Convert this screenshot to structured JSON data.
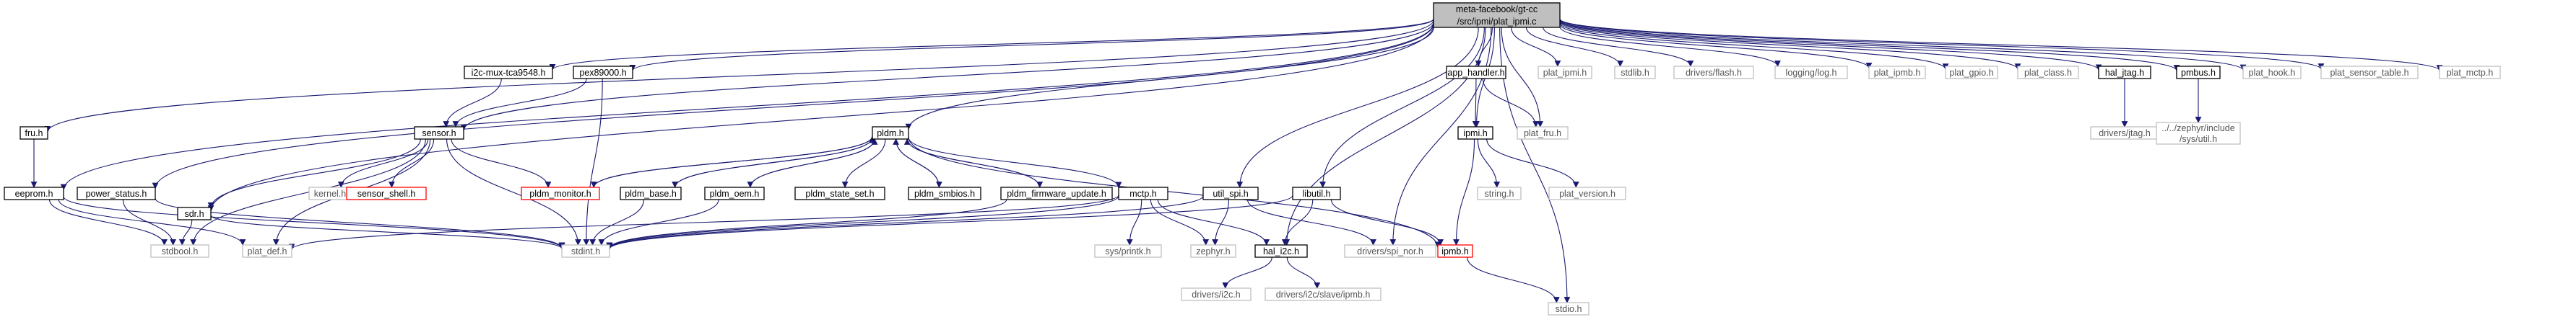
{
  "title": "Include dependency graph for plat_ipmi.c",
  "nodes": [
    {
      "id": "root",
      "lines": [
        "meta-facebook/gt-cc",
        "/src/ipmi/plat_ipmi.c"
      ],
      "style": "root"
    },
    {
      "id": "fru",
      "lines": [
        "fru.h"
      ],
      "style": "doc"
    },
    {
      "id": "i2cmux",
      "lines": [
        "i2c-mux-tca9548.h"
      ],
      "style": "doc"
    },
    {
      "id": "pex",
      "lines": [
        "pex89000.h"
      ],
      "style": "doc"
    },
    {
      "id": "apphandler",
      "lines": [
        "app_handler.h"
      ],
      "style": "doc"
    },
    {
      "id": "platipmi",
      "lines": [
        "plat_ipmi.h"
      ],
      "style": "gray"
    },
    {
      "id": "stdlib",
      "lines": [
        "stdlib.h"
      ],
      "style": "gray"
    },
    {
      "id": "flash",
      "lines": [
        "drivers/flash.h"
      ],
      "style": "gray"
    },
    {
      "id": "logging",
      "lines": [
        "logging/log.h"
      ],
      "style": "gray"
    },
    {
      "id": "platipmb",
      "lines": [
        "plat_ipmb.h"
      ],
      "style": "gray"
    },
    {
      "id": "platgpio",
      "lines": [
        "plat_gpio.h"
      ],
      "style": "gray"
    },
    {
      "id": "platclass",
      "lines": [
        "plat_class.h"
      ],
      "style": "gray"
    },
    {
      "id": "haljtag",
      "lines": [
        "hal_jtag.h"
      ],
      "style": "doc"
    },
    {
      "id": "pmbus",
      "lines": [
        "pmbus.h"
      ],
      "style": "doc"
    },
    {
      "id": "plathook",
      "lines": [
        "plat_hook.h"
      ],
      "style": "gray"
    },
    {
      "id": "platsensortable",
      "lines": [
        "plat_sensor_table.h"
      ],
      "style": "gray"
    },
    {
      "id": "platmctp",
      "lines": [
        "plat_mctp.h"
      ],
      "style": "gray"
    },
    {
      "id": "pldm",
      "lines": [
        "pldm.h"
      ],
      "style": "doc"
    },
    {
      "id": "sensor",
      "lines": [
        "sensor.h"
      ],
      "style": "doc"
    },
    {
      "id": "ipmi",
      "lines": [
        "ipmi.h"
      ],
      "style": "doc"
    },
    {
      "id": "platfru",
      "lines": [
        "plat_fru.h"
      ],
      "style": "gray"
    },
    {
      "id": "drvjtag",
      "lines": [
        "drivers/jtag.h"
      ],
      "style": "gray"
    },
    {
      "id": "zephyrutil",
      "lines": [
        "../../zephyr/include",
        "/sys/util.h"
      ],
      "style": "gray"
    },
    {
      "id": "eeprom",
      "lines": [
        "eeprom.h"
      ],
      "style": "doc"
    },
    {
      "id": "powerstatus",
      "lines": [
        "power_status.h"
      ],
      "style": "doc"
    },
    {
      "id": "sdr",
      "lines": [
        "sdr.h"
      ],
      "style": "doc"
    },
    {
      "id": "kernel",
      "lines": [
        "kernel.h"
      ],
      "style": "gray"
    },
    {
      "id": "sensorshell",
      "lines": [
        "sensor_shell.h"
      ],
      "style": "red"
    },
    {
      "id": "pldmmonitor",
      "lines": [
        "pldm_monitor.h"
      ],
      "style": "red"
    },
    {
      "id": "pldmbase",
      "lines": [
        "pldm_base.h"
      ],
      "style": "doc"
    },
    {
      "id": "pldmoem",
      "lines": [
        "pldm_oem.h"
      ],
      "style": "doc"
    },
    {
      "id": "pldmstateset",
      "lines": [
        "pldm_state_set.h"
      ],
      "style": "doc"
    },
    {
      "id": "pldmsmbios",
      "lines": [
        "pldm_smbios.h"
      ],
      "style": "doc"
    },
    {
      "id": "pldmfw",
      "lines": [
        "pldm_firmware_update.h"
      ],
      "style": "doc"
    },
    {
      "id": "mctp",
      "lines": [
        "mctp.h"
      ],
      "style": "doc"
    },
    {
      "id": "utilspi",
      "lines": [
        "util_spi.h"
      ],
      "style": "doc"
    },
    {
      "id": "libutil",
      "lines": [
        "libutil.h"
      ],
      "style": "doc"
    },
    {
      "id": "string",
      "lines": [
        "string.h"
      ],
      "style": "gray"
    },
    {
      "id": "platversion",
      "lines": [
        "plat_version.h"
      ],
      "style": "gray"
    },
    {
      "id": "stdbool",
      "lines": [
        "stdbool.h"
      ],
      "style": "gray"
    },
    {
      "id": "platdef",
      "lines": [
        "plat_def.h"
      ],
      "style": "gray"
    },
    {
      "id": "stdint",
      "lines": [
        "stdint.h"
      ],
      "style": "gray"
    },
    {
      "id": "sysprintk",
      "lines": [
        "sys/printk.h"
      ],
      "style": "gray"
    },
    {
      "id": "zephyr",
      "lines": [
        "zephyr.h"
      ],
      "style": "gray"
    },
    {
      "id": "hali2c",
      "lines": [
        "hal_i2c.h"
      ],
      "style": "doc"
    },
    {
      "id": "spinor",
      "lines": [
        "drivers/spi_nor.h"
      ],
      "style": "gray"
    },
    {
      "id": "ipmb",
      "lines": [
        "ipmb.h"
      ],
      "style": "red"
    },
    {
      "id": "drvi2c",
      "lines": [
        "drivers/i2c.h"
      ],
      "style": "gray"
    },
    {
      "id": "i2cslave",
      "lines": [
        "drivers/i2c/slave/ipmb.h"
      ],
      "style": "gray"
    },
    {
      "id": "stdio",
      "lines": [
        "stdio.h"
      ],
      "style": "gray"
    }
  ],
  "edges": [
    [
      "root",
      "fru"
    ],
    [
      "root",
      "i2cmux"
    ],
    [
      "root",
      "pex"
    ],
    [
      "root",
      "apphandler"
    ],
    [
      "root",
      "platipmi"
    ],
    [
      "root",
      "stdlib"
    ],
    [
      "root",
      "flash"
    ],
    [
      "root",
      "logging"
    ],
    [
      "root",
      "platipmb"
    ],
    [
      "root",
      "platgpio"
    ],
    [
      "root",
      "platclass"
    ],
    [
      "root",
      "haljtag"
    ],
    [
      "root",
      "pmbus"
    ],
    [
      "root",
      "plathook"
    ],
    [
      "root",
      "platsensortable"
    ],
    [
      "root",
      "platmctp"
    ],
    [
      "root",
      "pldm"
    ],
    [
      "root",
      "sensor"
    ],
    [
      "root",
      "ipmi"
    ],
    [
      "root",
      "platfru"
    ],
    [
      "root",
      "eeprom"
    ],
    [
      "root",
      "powerstatus"
    ],
    [
      "root",
      "sdr"
    ],
    [
      "root",
      "utilspi"
    ],
    [
      "root",
      "libutil"
    ],
    [
      "root",
      "hali2c"
    ],
    [
      "root",
      "spinor"
    ],
    [
      "root",
      "stdio"
    ],
    [
      "fru",
      "eeprom"
    ],
    [
      "eeprom",
      "stdbool"
    ],
    [
      "eeprom",
      "platdef"
    ],
    [
      "eeprom",
      "stdint"
    ],
    [
      "i2cmux",
      "sensor"
    ],
    [
      "pex",
      "sensor"
    ],
    [
      "pex",
      "stdint"
    ],
    [
      "apphandler",
      "ipmi"
    ],
    [
      "apphandler",
      "platfru"
    ],
    [
      "haljtag",
      "drvjtag"
    ],
    [
      "pmbus",
      "zephyrutil"
    ],
    [
      "ipmi",
      "string"
    ],
    [
      "ipmi",
      "platversion"
    ],
    [
      "ipmi",
      "ipmb"
    ],
    [
      "sensor",
      "sdr"
    ],
    [
      "sensor",
      "kernel"
    ],
    [
      "sensor",
      "sensorshell"
    ],
    [
      "sensor",
      "pldmmonitor"
    ],
    [
      "sensor",
      "stdbool"
    ],
    [
      "sensor",
      "platdef"
    ],
    [
      "sensor",
      "stdint"
    ],
    [
      "powerstatus",
      "stdbool"
    ],
    [
      "powerstatus",
      "stdint"
    ],
    [
      "sdr",
      "stdbool"
    ],
    [
      "sdr",
      "stdint"
    ],
    [
      "pldm",
      "pldmmonitor"
    ],
    [
      "pldm",
      "pldmbase"
    ],
    [
      "pldm",
      "pldmoem"
    ],
    [
      "pldm",
      "pldmstateset"
    ],
    [
      "pldm",
      "pldmsmbios"
    ],
    [
      "pldm",
      "pldmfw"
    ],
    [
      "pldm",
      "mctp"
    ],
    [
      "pldm",
      "ipmb"
    ],
    [
      "pldmmonitor",
      "pldm"
    ],
    [
      "pldmbase",
      "pldm"
    ],
    [
      "pldmoem",
      "pldm"
    ],
    [
      "pldmsmbios",
      "pldm"
    ],
    [
      "pldmfw",
      "pldm"
    ],
    [
      "pldmbase",
      "stdint"
    ],
    [
      "pldmoem",
      "stdint"
    ],
    [
      "pldmfw",
      "stdint"
    ],
    [
      "mctp",
      "stdint"
    ],
    [
      "mctp",
      "sysprintk"
    ],
    [
      "mctp",
      "zephyr"
    ],
    [
      "mctp",
      "hali2c"
    ],
    [
      "mctp",
      "platdef"
    ],
    [
      "utilspi",
      "stdint"
    ],
    [
      "utilspi",
      "zephyr"
    ],
    [
      "utilspi",
      "spinor"
    ],
    [
      "libutil",
      "stdint"
    ],
    [
      "libutil",
      "hali2c"
    ],
    [
      "libutil",
      "ipmb"
    ],
    [
      "hali2c",
      "drvi2c"
    ],
    [
      "hali2c",
      "i2cslave"
    ],
    [
      "ipmb",
      "stdio"
    ]
  ]
}
